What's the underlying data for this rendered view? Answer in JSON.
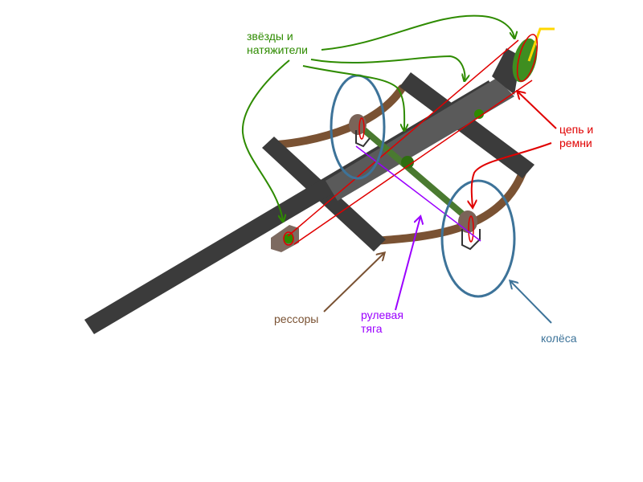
{
  "labels": {
    "sprockets": "звёзды и\nнатяжители",
    "chain": "цепь и\nремни",
    "springs": "рессоры",
    "steering": "рулевая\nтяга",
    "wheels": "колёса"
  },
  "colors": {
    "green": "#2e8b00",
    "red": "#e00000",
    "brown": "#7a5233",
    "purple": "#9b00ff",
    "blue": "#3d7399",
    "frame": "#3b3b3b",
    "yellow": "#ffd700"
  }
}
